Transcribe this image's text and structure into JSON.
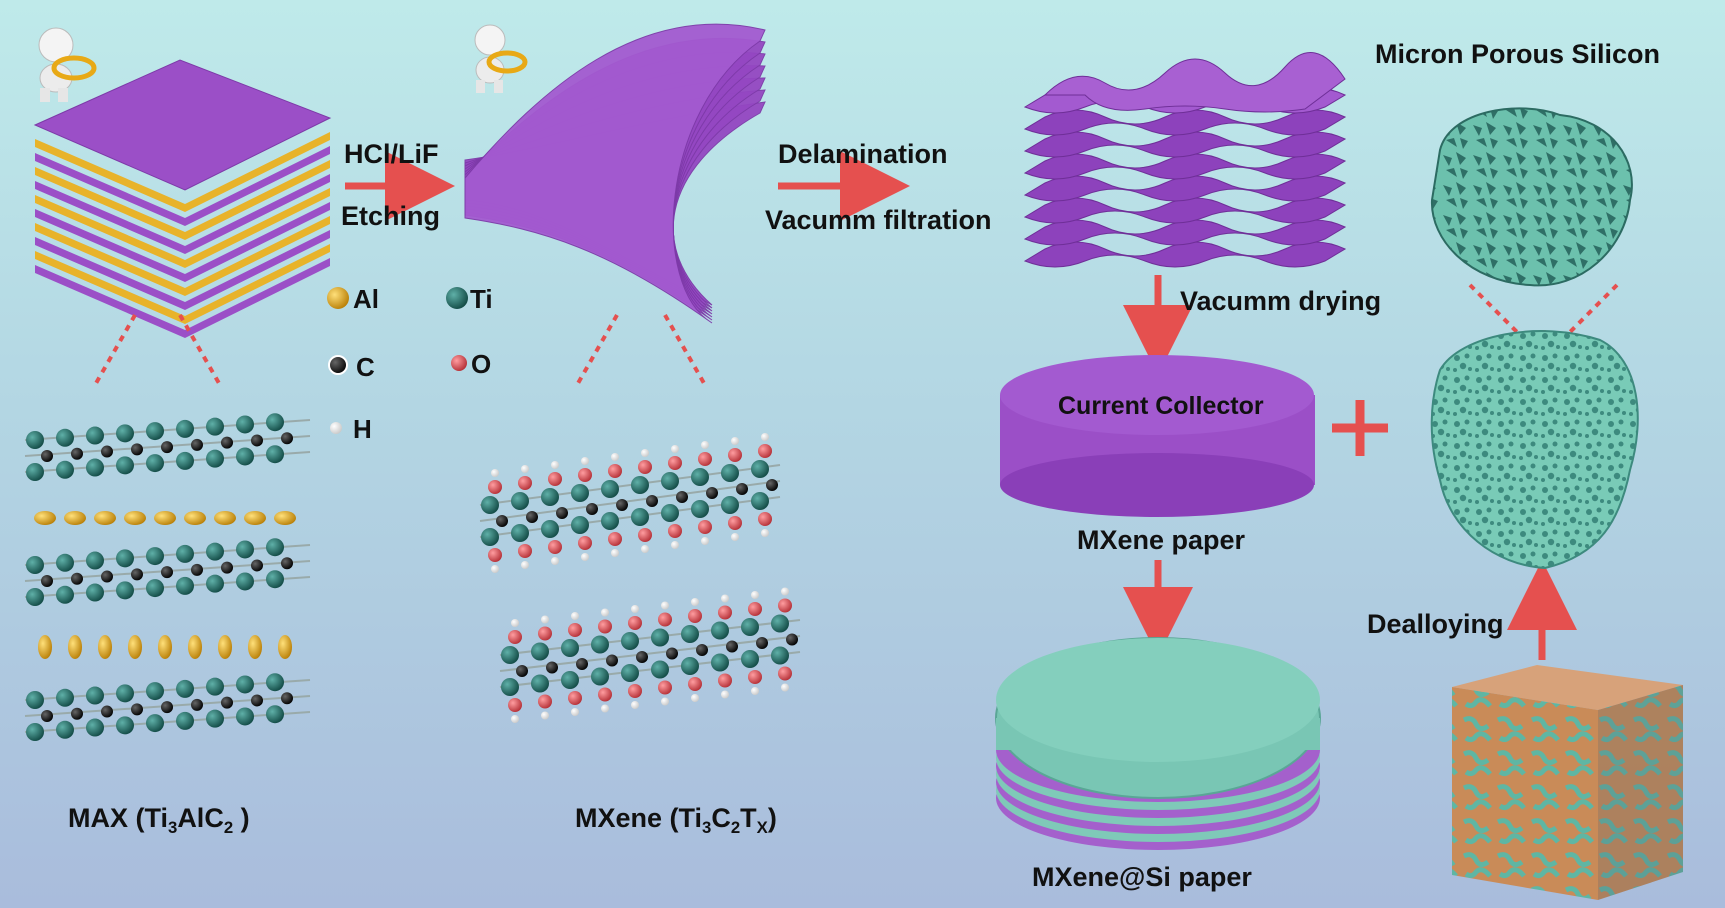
{
  "steps": {
    "step1_top": "HCl/LiF",
    "step1_bottom": "Etching",
    "step2_top": "Delamination",
    "step2_bottom": "Vacumm filtration",
    "step3": "Vacumm drying",
    "step4": "Dealloying"
  },
  "legend": {
    "al": "Al",
    "ti": "Ti",
    "c": "C",
    "o": "O",
    "h": "H"
  },
  "captions": {
    "max_prefix": "MAX (Ti",
    "max_sub1": "3",
    "max_mid": "AlC",
    "max_sub2": "2",
    "max_suffix": " )",
    "mxene_prefix": "MXene (Ti",
    "mxene_sub1": "3",
    "mxene_mid1": "C",
    "mxene_sub2": "2",
    "mxene_mid2": "T",
    "mxene_sub3": "X",
    "mxene_suffix": ")",
    "current_collector": "Current Collector",
    "mxene_paper": "MXene paper",
    "mxene_si_paper": "MXene@Si paper",
    "micron_porous_silicon": "Micron Porous Silicon"
  },
  "colors": {
    "mxene_purple": "#9b4fc7",
    "max_gold": "#e6a819",
    "ti_teal": "#1f6e68",
    "carbon": "#151515",
    "oxygen": "#d9555b",
    "hydrogen": "#f2f2f2",
    "silicon": "#62b8a4",
    "arrow_red": "#e5504f",
    "alloy_brown": "#c88c5a"
  },
  "icons": [
    "magnifier-figure-icon",
    "magnifier-figure-icon",
    "plus-icon"
  ]
}
